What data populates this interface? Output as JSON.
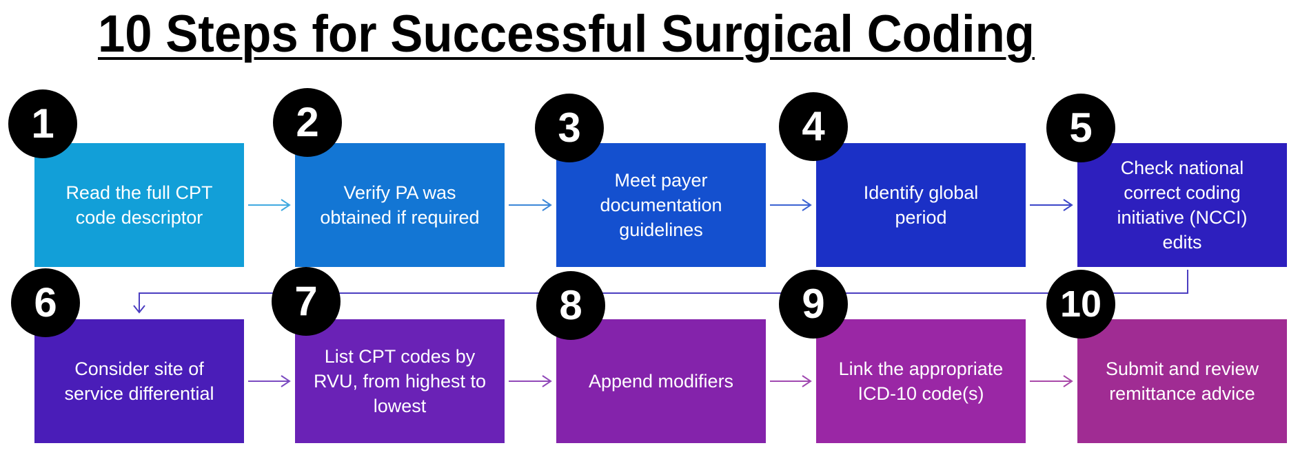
{
  "title": "10 Steps for Successful Surgical Coding",
  "steps": [
    {
      "number": "1",
      "text": "Read the full CPT code descriptor",
      "color": "#129fd8"
    },
    {
      "number": "2",
      "text": "Verify PA was obtained if required",
      "color": "#1376d4"
    },
    {
      "number": "3",
      "text": "Meet payer documentation guidelines",
      "color": "#1450cf"
    },
    {
      "number": "4",
      "text": "Identify global period",
      "color": "#1b30c6"
    },
    {
      "number": "5",
      "text": "Check national correct coding initiative (NCCI) edits",
      "color": "#2d1fbe"
    },
    {
      "number": "6",
      "text": "Consider site of service differential",
      "color": "#4a1db8"
    },
    {
      "number": "7",
      "text": "List CPT codes by RVU, from highest to lowest",
      "color": "#6a22b6"
    },
    {
      "number": "8",
      "text": "Append modifiers",
      "color": "#8423ab"
    },
    {
      "number": "9",
      "text": "Link the appropriate ICD-10 code(s)",
      "color": "#9a27a5"
    },
    {
      "number": "10",
      "text": "Submit and review remittance advice",
      "color": "#a02c93"
    }
  ],
  "connectors": [
    {
      "from": "1",
      "to": "2",
      "color": "#3fa9e0"
    },
    {
      "from": "2",
      "to": "3",
      "color": "#3a86d8"
    },
    {
      "from": "3",
      "to": "4",
      "color": "#3a62d2"
    },
    {
      "from": "4",
      "to": "5",
      "color": "#3a44c8"
    },
    {
      "from": "5",
      "to": "6",
      "color": "#4a3cc0"
    },
    {
      "from": "6",
      "to": "7",
      "color": "#7a4ac0"
    },
    {
      "from": "7",
      "to": "8",
      "color": "#9048b8"
    },
    {
      "from": "8",
      "to": "9",
      "color": "#a048b0"
    },
    {
      "from": "9",
      "to": "10",
      "color": "#a848a8"
    }
  ]
}
